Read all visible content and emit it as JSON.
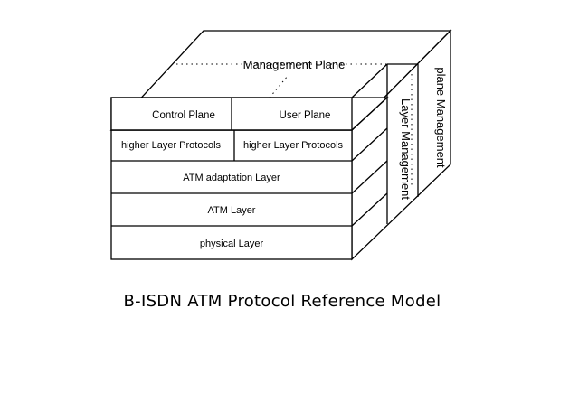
{
  "diagram": {
    "planes": {
      "management": "Management Plane",
      "control": "Control Plane",
      "user": "User Plane"
    },
    "layers": {
      "higher_left": "higher Layer Protocols",
      "higher_right": "higher Layer Protocols",
      "aal": "ATM adaptation Layer",
      "atm": "ATM Layer",
      "physical": "physical Layer"
    },
    "side": {
      "layer_management": "Layer Management",
      "plane_management": "plane Management"
    },
    "caption": "B-ISDN ATM Protocol Reference Model"
  }
}
